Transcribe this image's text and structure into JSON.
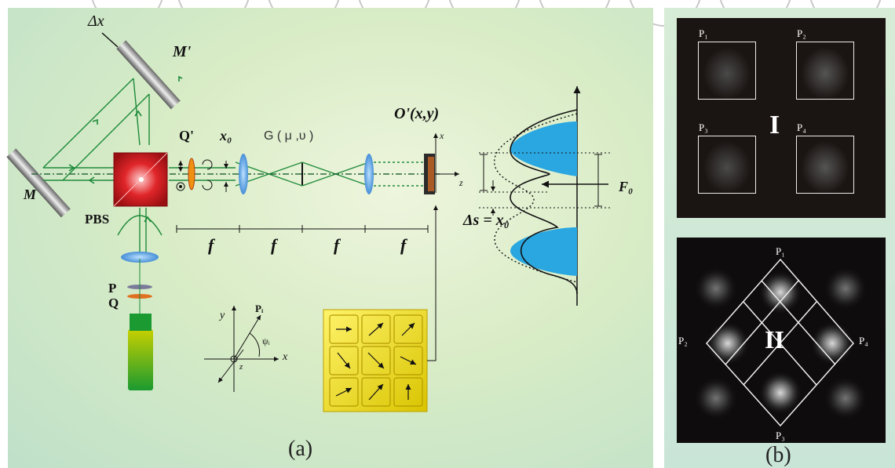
{
  "panel_a": {
    "caption": "(a)",
    "labels": {
      "delta_x": "Δx",
      "mirror_m_prime": "M'",
      "mirror_m": "M",
      "pbs": "PBS",
      "q_prime": "Q'",
      "x0": "x₀",
      "g_func": "G ( μ ,υ )",
      "o_prime": "O'(x,y)",
      "x_axis": "x",
      "z_axis": "z",
      "f1": "f",
      "f2": "f",
      "f3": "f",
      "f4": "f",
      "p": "P",
      "q": "Q",
      "f0": "F₀",
      "delta_s": "Δs = x₀",
      "coord_y": "y",
      "coord_x": "x",
      "coord_z": "z",
      "coord_pi": "Pᵢ",
      "coord_psi": "ψᵢ"
    }
  },
  "panel_b": {
    "caption": "(b)",
    "top": {
      "roman": "I",
      "boxes": [
        "P₁",
        "P₂",
        "P₃",
        "P₄"
      ]
    },
    "bottom": {
      "roman": "II",
      "labels": [
        "P₁",
        "P₂",
        "P₄",
        "P₃"
      ]
    }
  },
  "colors": {
    "beam": "#1e8a3a",
    "pbs": "#e0262a",
    "lens": "#2f7fd0",
    "fill_curve": "#2aa7e0",
    "polarizer_grid": "#f2e000"
  }
}
